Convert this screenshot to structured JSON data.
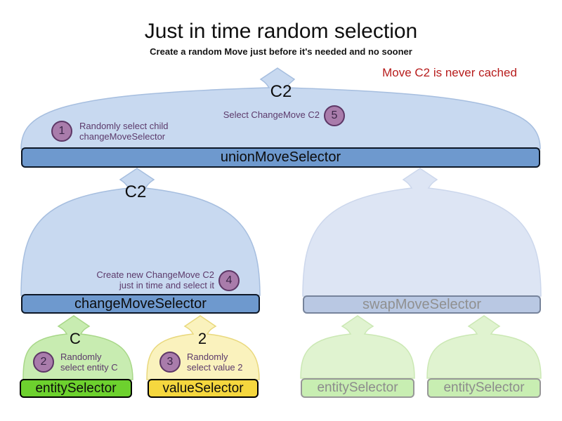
{
  "title": "Just in time random selection",
  "subtitle": "Create a random Move just before it's needed and no sooner",
  "annotation": "Move C2 is never cached",
  "colors": {
    "annotation_red": "#b71c1c",
    "selector_blue": "#6e99ce",
    "dome_blue": "#c8d9f0",
    "selector_green": "#6dd12e",
    "dome_green": "#c8ecb1",
    "selector_yellow": "#f5d73e",
    "dome_yellow": "#faf2bd",
    "faded_selector_blue": "#b9c8e3",
    "faded_selector_green": "#c8eeb2",
    "step_circle_purple": "#a97cab"
  },
  "selectors": {
    "union": {
      "label": "unionMoveSelector",
      "output": "C2"
    },
    "change": {
      "label": "changeMoveSelector",
      "output": "C2"
    },
    "swap": {
      "label": "swapMoveSelector"
    },
    "entity": {
      "label": "entitySelector",
      "output": "C"
    },
    "value": {
      "label": "valueSelector",
      "output": "2"
    },
    "entity_faded_left": {
      "label": "entitySelector"
    },
    "entity_faded_right": {
      "label": "entitySelector"
    }
  },
  "steps": [
    {
      "num": "1",
      "lines": [
        "Randomly select child",
        "changeMoveSelector"
      ]
    },
    {
      "num": "2",
      "lines": [
        "Randomly",
        "select entity C"
      ]
    },
    {
      "num": "3",
      "lines": [
        "Randomly",
        "select value 2"
      ]
    },
    {
      "num": "4",
      "lines": [
        "Create new ChangeMove C2",
        "just in time and select it"
      ]
    },
    {
      "num": "5",
      "lines": [
        "Select ChangeMove C2"
      ]
    }
  ]
}
